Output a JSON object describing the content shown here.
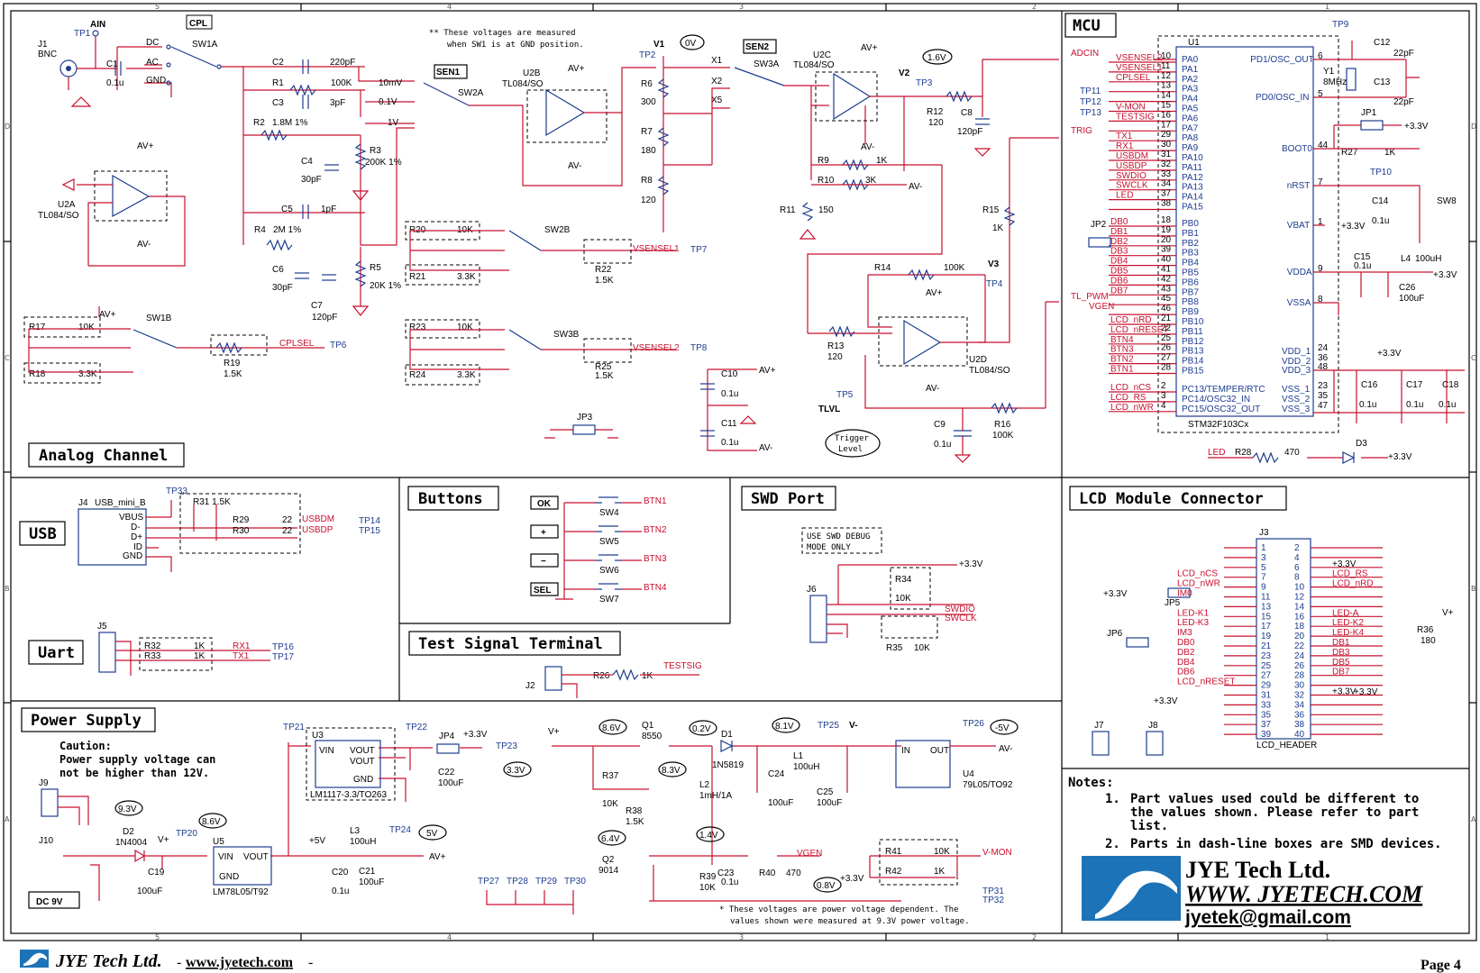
{
  "border": {
    "columns": [
      "5",
      "4",
      "3",
      "2",
      "1"
    ],
    "rows": [
      "D",
      "C",
      "B",
      "A"
    ]
  },
  "sections": {
    "analog": "Analog Channel",
    "mcu": "MCU",
    "usb": "USB",
    "uart": "Uart",
    "buttons": "Buttons",
    "swd": "SWD Port",
    "lcd": "LCD Module Connector",
    "test": "Test Signal Terminal",
    "power": "Power Supply"
  },
  "analog": {
    "ain": "AIN",
    "cpl": "CPL",
    "sen1": "SEN1",
    "sen2": "SEN2",
    "v1": "V1",
    "v2": "V2",
    "v3": "V3",
    "v1_val": "0V",
    "v2_val": "1.6V",
    "note": "** These voltages are measured",
    "note2": "when SW1 is at GND position.",
    "j1": "J1",
    "bnc": "BNC",
    "tp1": "TP1",
    "c1": "C1",
    "c1v": "0.1u",
    "sw1a": "SW1A",
    "dc": "DC",
    "ac": "AC",
    "gnd": "GND",
    "c2": "C2",
    "c2v": "220pF",
    "r1": "R1",
    "r1v": "100K",
    "c3": "C3",
    "c3v": "3pF",
    "r2": "R2",
    "r2v": "1.8M 1%",
    "c4": "C4",
    "c4v": "30pF",
    "r3": "R3",
    "r3v": "200K 1%",
    "c5": "C5",
    "c5v": "1pF",
    "r4": "R4",
    "r4v": "2M 1%",
    "c6": "C6",
    "c6v": "30pF",
    "c7": "C7",
    "c7v": "120pF",
    "r5": "R5",
    "r5v": "20K 1%",
    "m10": "10mV",
    "m01": "0.1V",
    "m1": "1V",
    "sw2a": "SW2A",
    "u2a": "U2A",
    "u2a_pn": "TL084/SO",
    "u2b": "U2B",
    "u2b_pn": "TL084/SO",
    "u2c": "U2C",
    "u2c_pn": "TL084/SO",
    "u2d": "U2D",
    "u2d_pn": "TL084/SO",
    "avp": "AV+",
    "avm": "AV-",
    "r6": "R6",
    "r6v": "300",
    "r7": "R7",
    "r7v": "180",
    "r8": "R8",
    "r8v": "120",
    "x1": "X1",
    "x2": "X2",
    "x5": "X5",
    "sw3a": "SW3A",
    "tp2": "TP2",
    "tp3": "TP3",
    "tp4": "TP4",
    "tp5": "TP5",
    "tp6": "TP6",
    "tp7": "TP7",
    "tp8": "TP8",
    "r12": "R12",
    "r12v": "120",
    "c8": "C8",
    "c8v": "120pF",
    "r9": "R9",
    "r9v": "1K",
    "r10": "R10",
    "r10v": "3K",
    "r11": "R11",
    "r11v": "150",
    "r15": "R15",
    "r15v": "1K",
    "r14": "R14",
    "r14v": "100K",
    "r13": "R13",
    "r13v": "120",
    "r16": "R16",
    "r16v": "100K",
    "c9": "C9",
    "c9v": "0.1u",
    "tlvl": "TLVL",
    "trig": "Trigger",
    "trig2": "Level",
    "r17": "R17",
    "r17v": "10K",
    "r18": "R18",
    "r18v": "3.3K",
    "sw1b": "SW1B",
    "r19": "R19",
    "r19v": "1.5K",
    "cplsel": "CPLSEL",
    "r20": "R20",
    "r20v": "10K",
    "r21": "R21",
    "r21v": "3.3K",
    "sw2b": "SW2B",
    "r22": "R22",
    "r22v": "1.5K",
    "vsensel1": "VSENSEL1",
    "r23": "R23",
    "r23v": "10K",
    "r24": "R24",
    "r24v": "3.3K",
    "sw3b": "SW3B",
    "r25": "R25",
    "r25v": "1.5K",
    "vsensel2": "VSENSEL2",
    "c10": "C10",
    "c10v": "0.1u",
    "c11": "C11",
    "c11v": "0.1u",
    "jp3": "JP3"
  },
  "mcu": {
    "u1": "U1",
    "part": "STM32F103Cx",
    "adcin": "ADCIN",
    "trig": "TRIG",
    "tl_pwm": "TL_PWM",
    "vgen": "VGEN",
    "left_nets": [
      "VSENSEL2",
      "VSENSEL1",
      "CPLSEL",
      "",
      "",
      "V-MON",
      "TESTSIG",
      "",
      "TX1",
      "RX1",
      "USBDM",
      "USBDP",
      "SWDIO",
      "SWCLK",
      "LED"
    ],
    "left_pins": [
      "10",
      "11",
      "12",
      "13",
      "14",
      "15",
      "16",
      "17",
      "29",
      "30",
      "31",
      "32",
      "33",
      "34",
      "37",
      "38"
    ],
    "pa_names": [
      "PA0",
      "PA1",
      "PA2",
      "PA3",
      "PA4",
      "PA5",
      "PA6",
      "PA7",
      "PA8",
      "PA9",
      "PA10",
      "PA11",
      "PA12",
      "PA13",
      "PA14",
      "PA15"
    ],
    "pb_nets": [
      "DB0",
      "DB1",
      "DB2",
      "DB3",
      "DB4",
      "DB5",
      "DB6",
      "DB7",
      "",
      "",
      "LCD_nRD",
      "LCD_nRESET",
      "BTN4",
      "BTN3",
      "BTN2",
      "BTN1"
    ],
    "pb_pins": [
      "18",
      "19",
      "20",
      "39",
      "40",
      "41",
      "42",
      "43",
      "45",
      "46",
      "21",
      "22",
      "25",
      "26",
      "27",
      "28"
    ],
    "pb_names": [
      "PB0",
      "PB1",
      "PB2",
      "PB3",
      "PB4",
      "PB5",
      "PB6",
      "PB7",
      "PB8",
      "PB9",
      "PB10",
      "PB11",
      "PB12",
      "PB13",
      "PB14",
      "PB15"
    ],
    "pc_nets": [
      "LCD_nCS",
      "LCD_RS",
      "LCD_nWR"
    ],
    "pc_pins": [
      "2",
      "3",
      "4"
    ],
    "pc_names": [
      "PC13/TEMPER/RTC",
      "PC14/OSC32_IN",
      "PC15/OSC32_OUT"
    ],
    "right_names": [
      "PD1/OSC_OUT",
      "PD0/OSC_IN",
      "BOOT0",
      "nRST",
      "VBAT",
      "VDDA",
      "VSSA",
      "VDD_1",
      "VDD_2",
      "VDD_3",
      "VSS_1",
      "VSS_2",
      "VSS_3"
    ],
    "right_pins": [
      "6",
      "5",
      "44",
      "7",
      "1",
      "9",
      "8",
      "24",
      "36",
      "48",
      "23",
      "35",
      "47"
    ],
    "tp9": "TP9",
    "tp10": "TP10",
    "tp11": "TP11",
    "tp12": "TP12",
    "tp13": "TP13",
    "c12": "C12",
    "c12v": "22pF",
    "c13": "C13",
    "c13v": "22pF",
    "y1": "Y1",
    "y1v": "8MHz",
    "jp1": "JP1",
    "jp2": "JP2",
    "r27": "R27",
    "r27v": "1K",
    "c14": "C14",
    "c14v": "0.1u",
    "sw8": "SW8",
    "c15": "C15",
    "c15v": "0.1u",
    "l4": "L4",
    "l4v": "100uH",
    "c26": "C26",
    "c26v": "100uF",
    "c16": "C16",
    "c17": "C17",
    "c18": "C18",
    "cv": "0.1u",
    "p33": "+3.3V",
    "led": "LED",
    "r28": "R28",
    "r28v": "470",
    "d3": "D3"
  },
  "usb": {
    "j4": "J4",
    "j4n": "USB_mini_B",
    "pins": [
      "VBUS",
      "D-",
      "D+",
      "ID",
      "GND"
    ],
    "tp33": "TP33",
    "r31": "R31 1.5K",
    "r29": "R29",
    "r30": "R30",
    "rv": "22",
    "usbdm": "USBDM",
    "usbdp": "USBDP",
    "tp14": "TP14",
    "tp15": "TP15"
  },
  "uart": {
    "j5": "J5",
    "r32": "R32",
    "r33": "R33",
    "rv": "1K",
    "rx1": "RX1",
    "tx1": "TX1",
    "tp16": "TP16",
    "tp17": "TP17"
  },
  "buttons": {
    "ok": "OK",
    "plus": "+",
    "minus": "−",
    "sel": "SEL",
    "sw4": "SW4",
    "sw5": "SW5",
    "sw6": "SW6",
    "sw7": "SW7",
    "btn1": "BTN1",
    "btn2": "BTN2",
    "btn3": "BTN3",
    "btn4": "BTN4"
  },
  "swd": {
    "note1": "USE SWD DEBUG",
    "note2": "MODE ONLY",
    "j6": "J6",
    "r34": "R34",
    "r34v": "10K",
    "r35": "R35",
    "r35v": "10K",
    "swdio": "SWDIO",
    "swclk": "SWCLK",
    "p33": "+3.3V"
  },
  "testsig": {
    "j2": "J2",
    "r26": "R26",
    "r26v": "1K",
    "net": "TESTSIG"
  },
  "lcd": {
    "j3": "J3",
    "header": "LCD_HEADER",
    "left_nets": [
      "",
      "",
      "",
      "LCD_nCS",
      "LCD_nWR",
      "IM0",
      "",
      "LED-K1",
      "LED-K3",
      "IM3",
      "DB0",
      "DB2",
      "DB4",
      "DB6",
      "LCD_nRESET",
      "",
      "",
      "",
      "",
      ""
    ],
    "right_nets": [
      "",
      "",
      "+3.3V",
      "LCD_RS",
      "LCD_nRD",
      "",
      "",
      "LED-A",
      "LED-K2",
      "LED-K4",
      "DB1",
      "DB3",
      "DB5",
      "DB7",
      "",
      "+3.3V",
      "",
      "",
      "",
      ""
    ],
    "jp5": "JP5",
    "jp6": "JP6",
    "r36": "R36",
    "r36v": "180",
    "vplus": "V+",
    "p33": "+3.3V",
    "j7": "J7",
    "j8": "J8"
  },
  "notes": {
    "title": "Notes:",
    "n1a": "Part values used  could be different to",
    "n1b": "the  values shown. Please refer to part",
    "n1c": "list.",
    "n2": "Parts in dash-line boxes are SMD devices."
  },
  "brand": {
    "name": "JYE Tech Ltd.",
    "web": "WWW. JYETECH.COM",
    "mail": "jyetek@gmail.com",
    "footer_name": "JYE Tech Ltd.",
    "footer_web": "www.jyetech.com",
    "page": "Page 4"
  },
  "power": {
    "caution1": "Caution:",
    "caution2": "Power supply voltage can",
    "caution3": "not  be higher than 12V.",
    "j9": "J9",
    "j10": "J10",
    "dc9v": "DC 9V",
    "d2": "D2",
    "d2v": "1N4004",
    "v93": "9.3V",
    "v86": "8.6V",
    "tp20": "TP20",
    "u5": "U5",
    "u5v": "LM78L05/T92",
    "vin": "VIN",
    "vout": "VOUT",
    "gnd": "GND",
    "c19": "C19",
    "c19v": "100uF",
    "tp21": "TP21",
    "u3": "U3",
    "u3v": "LM1117-3.3/TO263",
    "tp22": "TP22",
    "jp4": "JP4",
    "p33": "+3.3V",
    "tp23": "TP23",
    "v33": "3.3V",
    "c22": "C22",
    "c22v": "100uF",
    "p5v": "+5V",
    "c20": "C20",
    "c20v": "0.1u",
    "l3": "L3",
    "l3v": "100uH",
    "c21": "C21",
    "c21v": "100uF",
    "tp24": "TP24",
    "v5": "5V",
    "avp": "AV+",
    "vplus": "V+",
    "v86b": "8.6V",
    "q1": "Q1",
    "q1v": "8550",
    "v02": "0.2V",
    "d1": "D1",
    "d1v": "1N5819",
    "v81": "8.1V",
    "tp25": "TP25",
    "vminus": "V-",
    "r37": "R37",
    "r37v": "10K",
    "v83": "8.3V",
    "l2": "L2",
    "l2v": "1mH/1A",
    "c24": "C24",
    "c24v": "100uF",
    "l1": "L1",
    "l1v": "100uH",
    "c25": "C25",
    "c25v": "100uF",
    "u4": "U4",
    "u4v": "79L05/TO92",
    "in": "IN",
    "out": "OUT",
    "tp26": "TP26",
    "vm5": "-5V",
    "avm": "AV-",
    "r38": "R38",
    "r38v": "1.5K",
    "v64": "6.4V",
    "v14": "1.4V",
    "q2": "Q2",
    "q2v": "9014",
    "c23": "C23",
    "c23v": "0.1u",
    "r39": "R39",
    "r39v": "10K",
    "r40": "R40",
    "r40v": "470",
    "vgen": "VGEN",
    "v08": "0.8V",
    "r41": "R41",
    "r41v": "10K",
    "r42": "R42",
    "r42v": "1K",
    "vmon": "V-MON",
    "tp27": "TP27",
    "tp28": "TP28",
    "tp29": "TP29",
    "tp30": "TP30",
    "tp31": "TP31",
    "tp32": "TP32",
    "star_note1": "* These voltages are power voltage dependent. The",
    "star_note2": "values shown were measured at 9.3V power voltage."
  }
}
